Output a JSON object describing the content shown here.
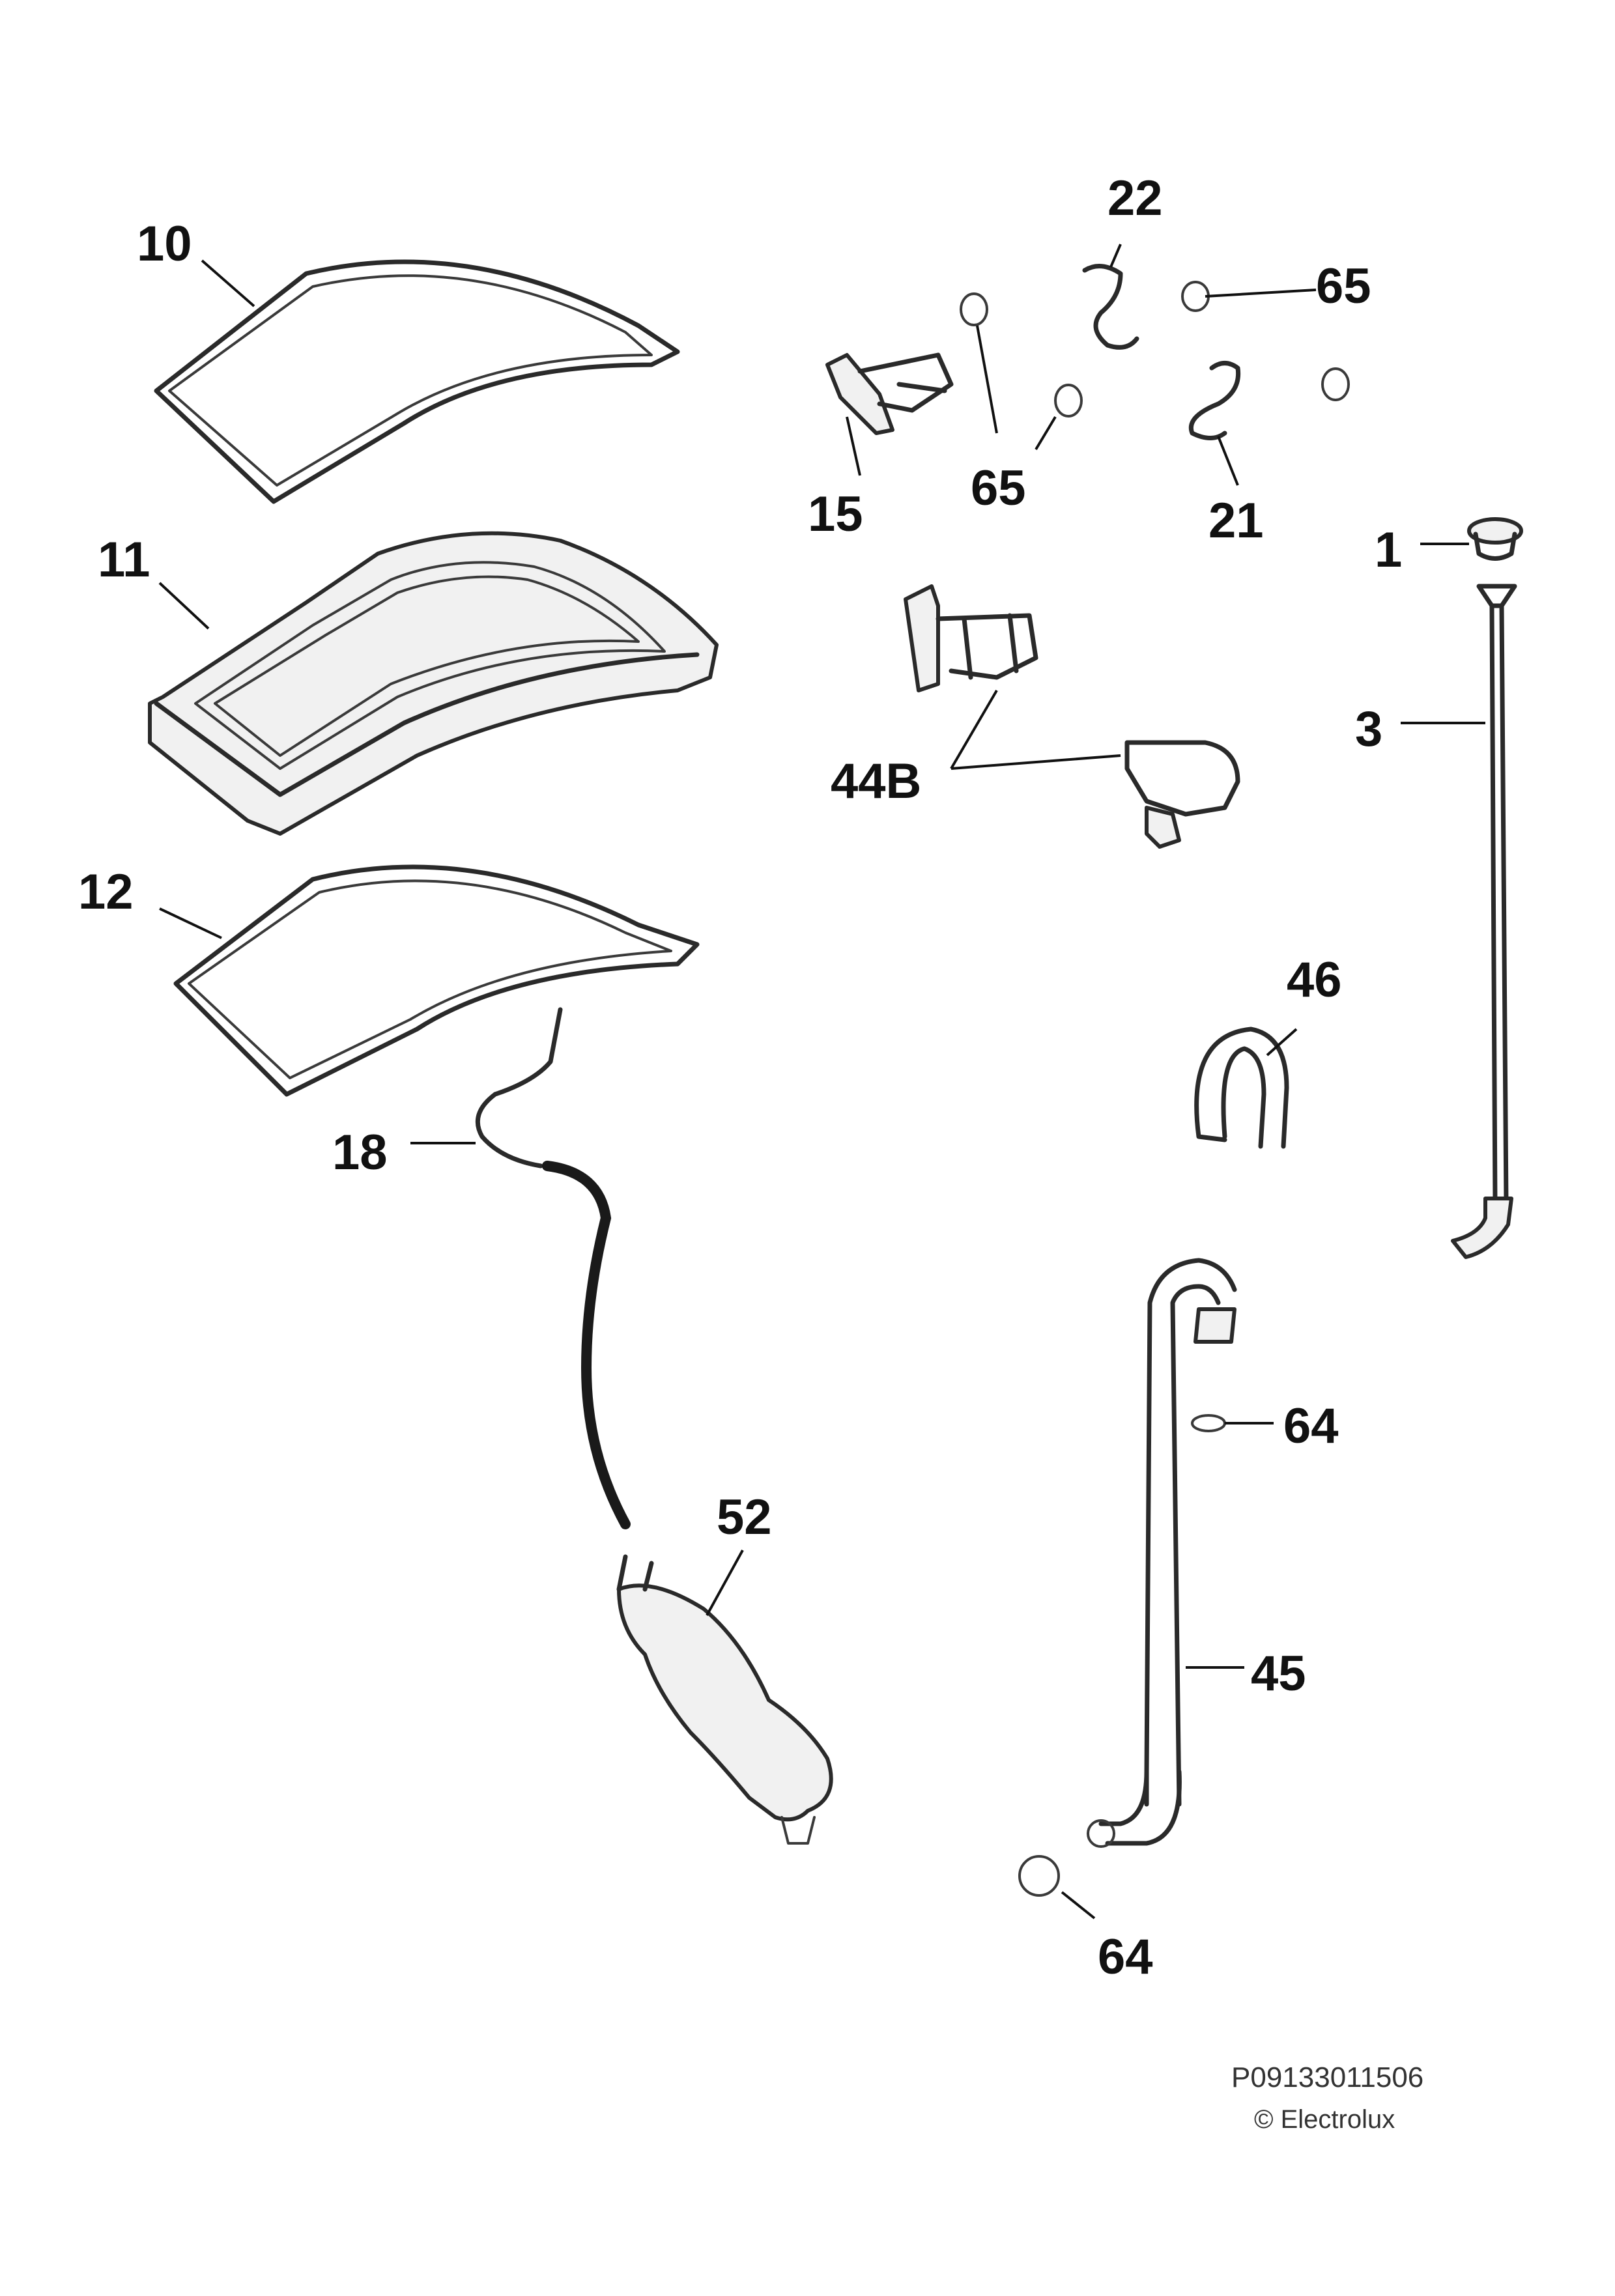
{
  "callouts": {
    "c10": "10",
    "c11": "11",
    "c12": "12",
    "c22": "22",
    "c65a": "65",
    "c65b": "65",
    "c15": "15",
    "c21": "21",
    "c1": "1",
    "c3": "3",
    "c44b": "44B",
    "c46": "46",
    "c18": "18",
    "c52": "52",
    "c64a": "64",
    "c45": "45",
    "c64b": "64"
  },
  "footer": {
    "code": "P09133011506",
    "copyright": "© Electrolux"
  }
}
